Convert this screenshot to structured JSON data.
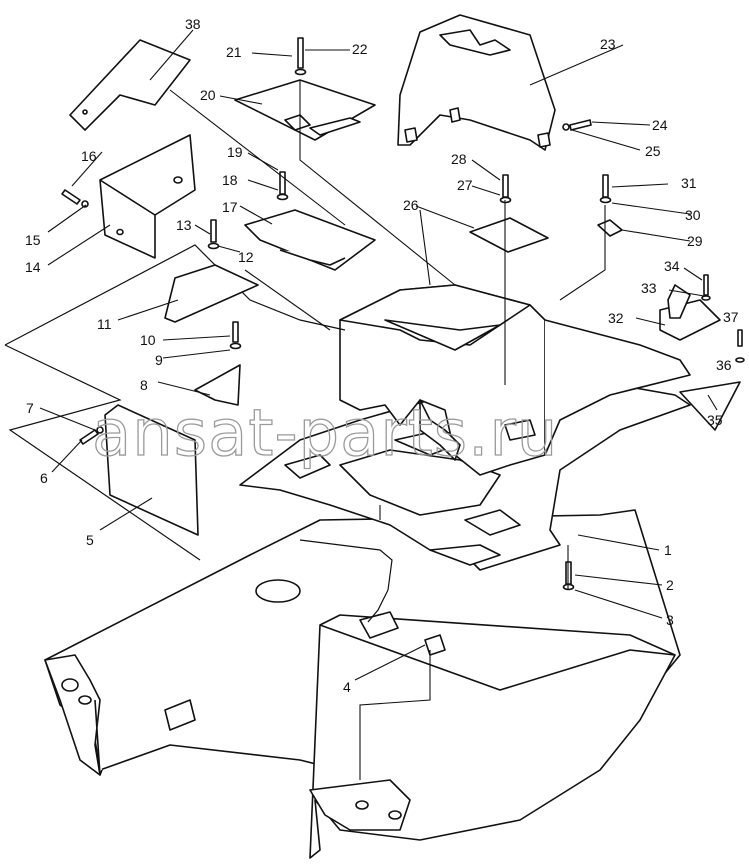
{
  "watermark": "ansat-parts.ru",
  "callouts": [
    "1",
    "2",
    "3",
    "4",
    "5",
    "6",
    "7",
    "8",
    "9",
    "10",
    "11",
    "12",
    "13",
    "14",
    "15",
    "16",
    "17",
    "18",
    "19",
    "20",
    "21",
    "22",
    "23",
    "24",
    "25",
    "26",
    "27",
    "28",
    "29",
    "30",
    "31",
    "32",
    "33",
    "34",
    "35",
    "36",
    "37",
    "38"
  ]
}
